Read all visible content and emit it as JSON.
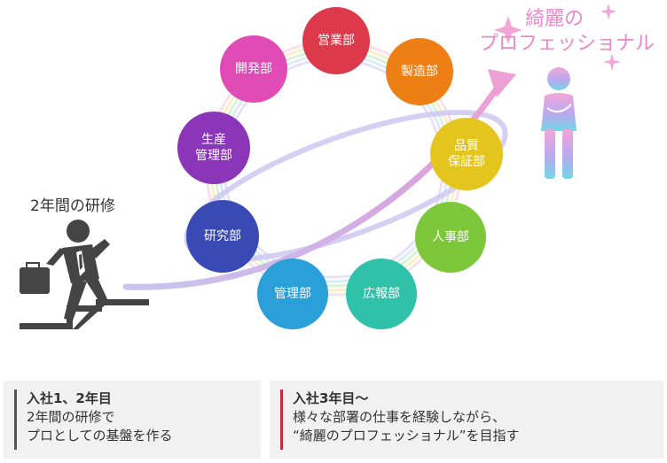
{
  "departments": [
    {
      "label": "営業部",
      "color": "#dc3a4a"
    },
    {
      "label": "製造部",
      "color": "#ee7f15"
    },
    {
      "label": "品質\n保証部",
      "color": "#e4c51e"
    },
    {
      "label": "人事部",
      "color": "#7cc83a"
    },
    {
      "label": "広報部",
      "color": "#2fc1aa"
    },
    {
      "label": "管理部",
      "color": "#2b9fd8"
    },
    {
      "label": "研究部",
      "color": "#3a4ab5"
    },
    {
      "label": "生産\n管理部",
      "color": "#8b35b9"
    },
    {
      "label": "開発部",
      "color": "#e04bb5"
    }
  ],
  "training_label": "2年間の研修",
  "goal_title": {
    "line1": "綺麗の",
    "line2": "プロフェッショナル"
  },
  "boxes": [
    {
      "head": "入社1、2年目",
      "lines": [
        "2年間の研修で",
        "プロとしての基盤を作る"
      ],
      "bar_color": "#555555"
    },
    {
      "head": "入社3年目〜",
      "lines": [
        "様々な部署の仕事を経験しながら、",
        "“綺麗のプロフェッショナル”を目指す"
      ],
      "bar_color": "#c9293a"
    }
  ]
}
